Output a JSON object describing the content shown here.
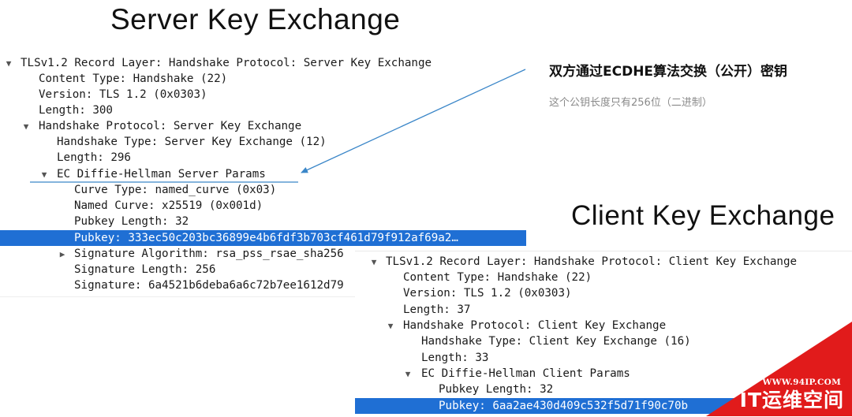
{
  "server": {
    "title": "Server Key Exchange",
    "rows": [
      {
        "tri": "▼",
        "text": "TLSv1.2 Record Layer: Handshake Protocol: Server Key Exchange"
      },
      {
        "tri": "",
        "text": "Content Type: Handshake (22)"
      },
      {
        "tri": "",
        "text": "Version: TLS 1.2 (0x0303)"
      },
      {
        "tri": "",
        "text": "Length: 300"
      },
      {
        "tri": "▼",
        "text": "Handshake Protocol: Server Key Exchange"
      },
      {
        "tri": "",
        "text": "Handshake Type: Server Key Exchange (12)"
      },
      {
        "tri": "",
        "text": "Length: 296"
      },
      {
        "tri": "▼",
        "text": "EC Diffie-Hellman Server Params"
      },
      {
        "tri": "",
        "text": "Curve Type: named_curve (0x03)"
      },
      {
        "tri": "",
        "text": "Named Curve: x25519 (0x001d)"
      },
      {
        "tri": "",
        "text": "Pubkey Length: 32"
      },
      {
        "tri": "",
        "text": "Pubkey: 333ec50c203bc36899e4b6fdf3b703cf461d79f912af69a2…"
      },
      {
        "tri": "▶",
        "text": "Signature Algorithm: rsa_pss_rsae_sha256"
      },
      {
        "tri": "",
        "text": "Signature Length: 256"
      },
      {
        "tri": "",
        "text": "Signature: 6a4521b6deba6a6c72b7ee1612d79"
      }
    ]
  },
  "client": {
    "title": "Client Key Exchange",
    "rows": [
      {
        "tri": "▼",
        "text": "TLSv1.2 Record Layer: Handshake Protocol: Client Key Exchange"
      },
      {
        "tri": "",
        "text": "Content Type: Handshake (22)"
      },
      {
        "tri": "",
        "text": "Version: TLS 1.2 (0x0303)"
      },
      {
        "tri": "",
        "text": "Length: 37"
      },
      {
        "tri": "▼",
        "text": "Handshake Protocol: Client Key Exchange"
      },
      {
        "tri": "",
        "text": "Handshake Type: Client Key Exchange (16)"
      },
      {
        "tri": "",
        "text": "Length: 33"
      },
      {
        "tri": "▼",
        "text": "EC Diffie-Hellman Client Params"
      },
      {
        "tri": "",
        "text": "Pubkey Length: 32"
      },
      {
        "tri": "",
        "text": "Pubkey: 6aa2ae430d409c532f5d71f90c70b"
      }
    ]
  },
  "annotation": {
    "main": "双方通过ECDHE算法交换（公开）密钥",
    "sub": "这个公钥长度只有256位（二进制）"
  },
  "watermark": {
    "url": "WWW.94IP.COM",
    "name": "IT运维空间"
  },
  "colors": {
    "selection": "#1f6fd4",
    "arrow": "#3a86c8",
    "logo_red": "#e11b1b"
  }
}
